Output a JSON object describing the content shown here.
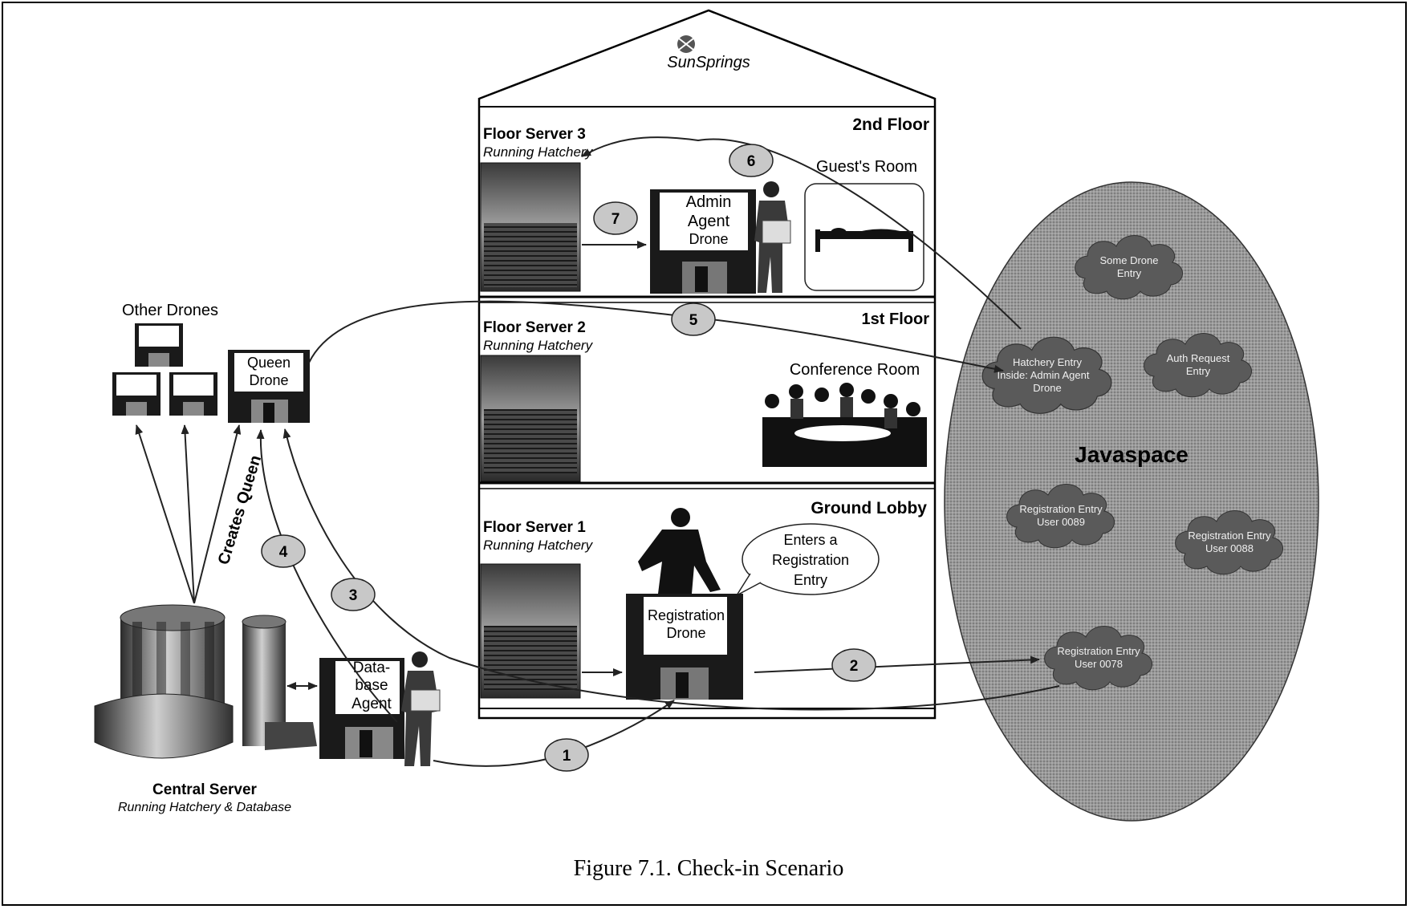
{
  "caption": "Figure 7.1. Check-in Scenario",
  "logo_text": "SunSprings",
  "floors": {
    "second": {
      "name": "2nd Floor",
      "server": "Floor Server 3",
      "server_sub": "Running Hatchery",
      "room": "Guest's Room"
    },
    "first": {
      "name": "1st Floor",
      "server": "Floor Server 2",
      "server_sub": "Running Hatchery",
      "room": "Conference Room"
    },
    "ground": {
      "name": "Ground Lobby",
      "server": "Floor Server 1",
      "server_sub": "Running Hatchery"
    }
  },
  "drones": {
    "admin": [
      "Admin",
      "Agent",
      "Drone"
    ],
    "registration": [
      "Registration",
      "Drone"
    ],
    "queen": [
      "Queen",
      "Drone"
    ],
    "database": [
      "Data-",
      "base",
      "Agent"
    ],
    "other_label": "Other Drones"
  },
  "speech_bubble": [
    "Enters a",
    "Registration",
    "Entry"
  ],
  "central_server": {
    "title": "Central Server",
    "subtitle": "Running Hatchery & Database"
  },
  "creates_queen": "Creates Queen",
  "javaspace": {
    "title": "Javaspace",
    "entries": {
      "some_drone": [
        "Some Drone",
        "Entry"
      ],
      "hatchery": [
        "Hatchery Entry",
        "Inside: Admin Agent",
        "Drone"
      ],
      "auth": [
        "Auth Request",
        "Entry"
      ],
      "reg_0089": [
        "Registration Entry",
        "User 0089"
      ],
      "reg_0088": [
        "Registration Entry",
        "User 0088"
      ],
      "reg_0078": [
        "Registration Entry",
        "User 0078"
      ]
    }
  },
  "steps": [
    "1",
    "2",
    "3",
    "4",
    "5",
    "6",
    "7"
  ],
  "colors": {
    "javaspace": "#8f8f8f",
    "cloud": "#5a5a5a",
    "step_circle": "#c8c8c8"
  }
}
